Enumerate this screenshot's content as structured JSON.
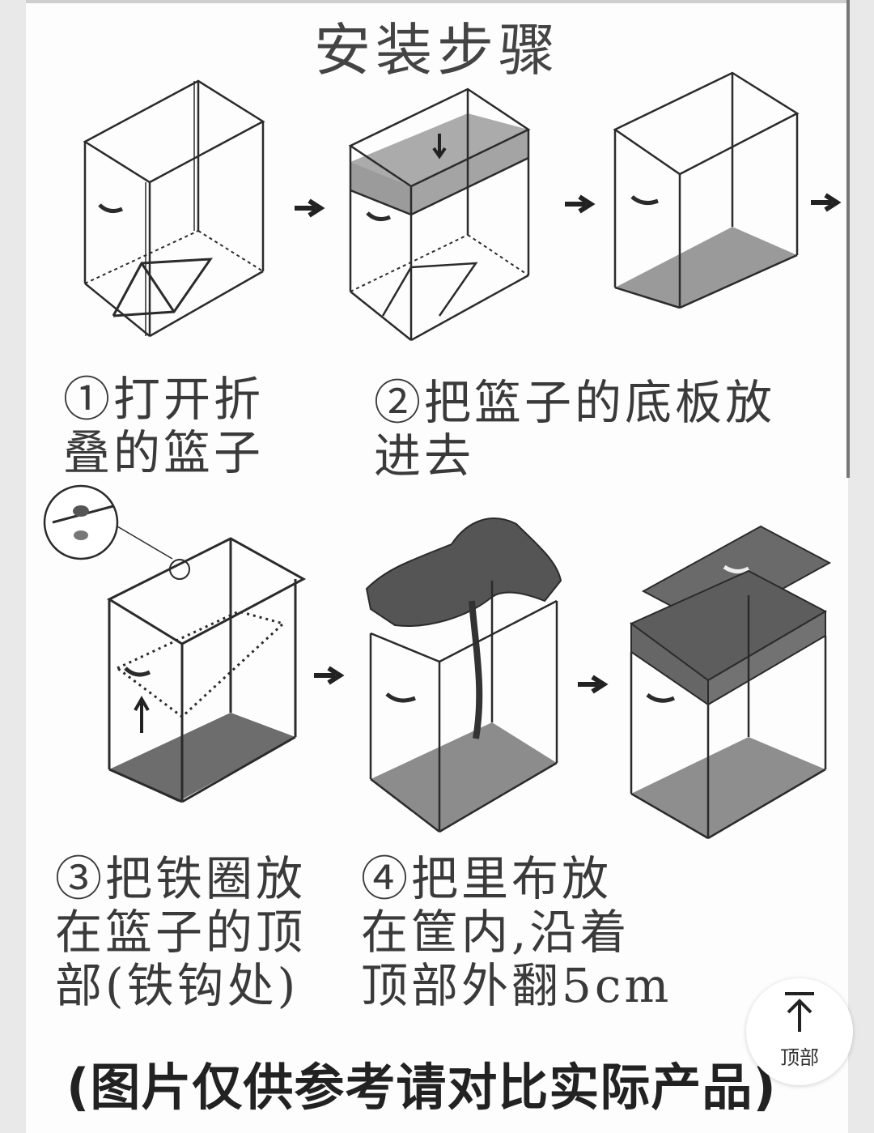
{
  "title": "安装步骤",
  "steps": [
    {
      "lines": [
        "①打开折",
        "叠的篮子"
      ]
    },
    {
      "lines": [
        "②把篮子的底板放",
        "进去"
      ]
    },
    {
      "lines": [
        "③把铁圈放",
        "在篮子的顶",
        "部(铁钩处)"
      ]
    },
    {
      "lines": [
        "④把里布放",
        "在筐内,沿着",
        "顶部外翻5cm"
      ]
    }
  ],
  "note": "(图片仅供参考请对比实际产品)",
  "back_to_top": {
    "label": "顶部",
    "icon": "arrow-up-icon"
  },
  "colors": {
    "fabric": "#6d6d6d",
    "fabric_light": "#9b9b9b",
    "line": "#2b2b2b"
  }
}
